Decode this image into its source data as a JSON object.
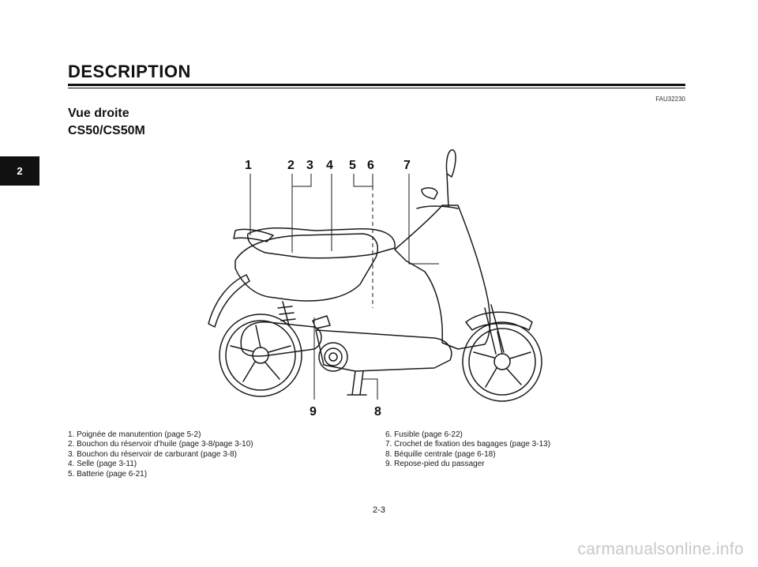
{
  "header": {
    "section_title": "DESCRIPTION",
    "ref_code": "FAU32230"
  },
  "subtitle": {
    "line1": "Vue droite",
    "line2": "CS50/CS50M"
  },
  "chapter_tab": "2",
  "callouts": [
    "1",
    "2",
    "3",
    "4",
    "5",
    "6",
    "7",
    "8",
    "9"
  ],
  "legend": {
    "left": [
      "1. Poignée de manutention (page 5-2)",
      "2. Bouchon du réservoir d’huile (page 3-8/page 3-10)",
      "3. Bouchon du réservoir de carburant (page 3-8)",
      "4. Selle (page 3-11)",
      "5. Batterie (page 6-21)"
    ],
    "right": [
      "6. Fusible (page 6-22)",
      "7. Crochet de fixation des bagages (page 3-13)",
      "8. Béquille centrale (page 6-18)",
      "9. Repose-pied du passager"
    ]
  },
  "page_number": "2-3",
  "watermark": "carmanualsonline.info"
}
